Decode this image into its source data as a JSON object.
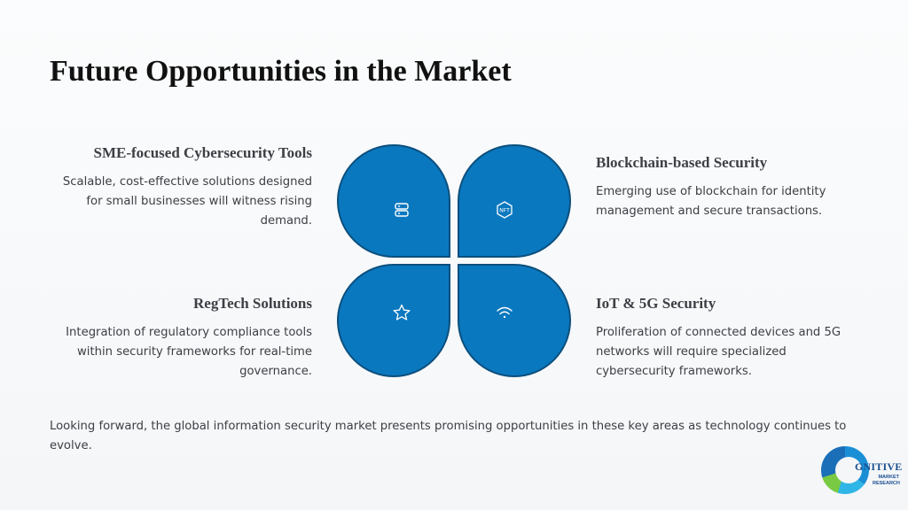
{
  "slide": {
    "title": "Future Opportunities in the Market",
    "footer": "Looking forward, the global information security market presents promising opportunities in these key areas as technology continues to evolve."
  },
  "opportunities": {
    "sme": {
      "title": "SME-focused Cybersecurity Tools",
      "description": "Scalable, cost-effective solutions designed for small businesses will witness rising demand.",
      "icon": "server-icon"
    },
    "blockchain": {
      "title": "Blockchain-based Security",
      "description": "Emerging use of blockchain for identity management and secure transactions.",
      "icon": "nft-icon"
    },
    "regtech": {
      "title": "RegTech Solutions",
      "description": "Integration of regulatory compliance tools within security frameworks for real-time governance.",
      "icon": "star-icon"
    },
    "iot": {
      "title": "IoT & 5G Security",
      "description": "Proliferation of connected devices and 5G networks will require specialized cybersecurity frameworks.",
      "icon": "wifi-icon"
    }
  },
  "logo": {
    "brand": "GNITIVE",
    "sub1": "MARKET",
    "sub2": "RESEARCH"
  },
  "colors": {
    "petal": "#0a78bf",
    "petal_border": "#0b4f7d",
    "title": "#111111"
  }
}
